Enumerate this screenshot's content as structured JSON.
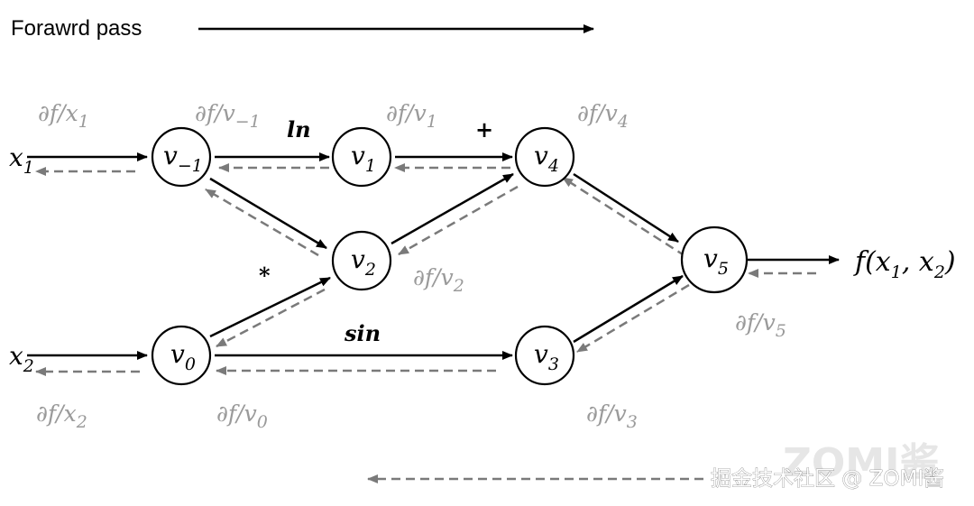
{
  "forward_label": "Forawrd pass",
  "inputs": {
    "x1": "x",
    "x1_sub": "1",
    "x2": "x",
    "x2_sub": "2"
  },
  "nodes": {
    "v_m1": {
      "base": "v",
      "sub": "−1"
    },
    "v0": {
      "base": "v",
      "sub": "0"
    },
    "v1": {
      "base": "v",
      "sub": "1"
    },
    "v2": {
      "base": "v",
      "sub": "2"
    },
    "v3": {
      "base": "v",
      "sub": "3"
    },
    "v4": {
      "base": "v",
      "sub": "4"
    },
    "v5": {
      "base": "v",
      "sub": "5"
    }
  },
  "operations": {
    "ln": "ln",
    "plus": "+",
    "mul": "*",
    "sin": "sin"
  },
  "gradients": {
    "x1": {
      "text": "∂f/x",
      "sub": "1"
    },
    "v_m1": {
      "text": "∂f/v",
      "sub": "−1"
    },
    "v1": {
      "text": "∂f/v",
      "sub": "1"
    },
    "v4": {
      "text": "∂f/v",
      "sub": "4"
    },
    "v2": {
      "text": "∂f/v",
      "sub": "2"
    },
    "v5": {
      "text": "∂f/v",
      "sub": "5"
    },
    "x2": {
      "text": "∂f/x",
      "sub": "2"
    },
    "v0": {
      "text": "∂f/v",
      "sub": "0"
    },
    "v3": {
      "text": "∂f/v",
      "sub": "3"
    }
  },
  "output": {
    "f": "f(x",
    "s1": "1",
    "comma": ", x",
    "s2": "2",
    "close": ")"
  },
  "watermark": {
    "text": "掘金技术社区 @ ZOMI酱",
    "bg_text": "ZOMI酱"
  },
  "colors": {
    "forward": "#000000",
    "backward": "#7a7a7a",
    "gradient_text": "#9a9a9a"
  }
}
